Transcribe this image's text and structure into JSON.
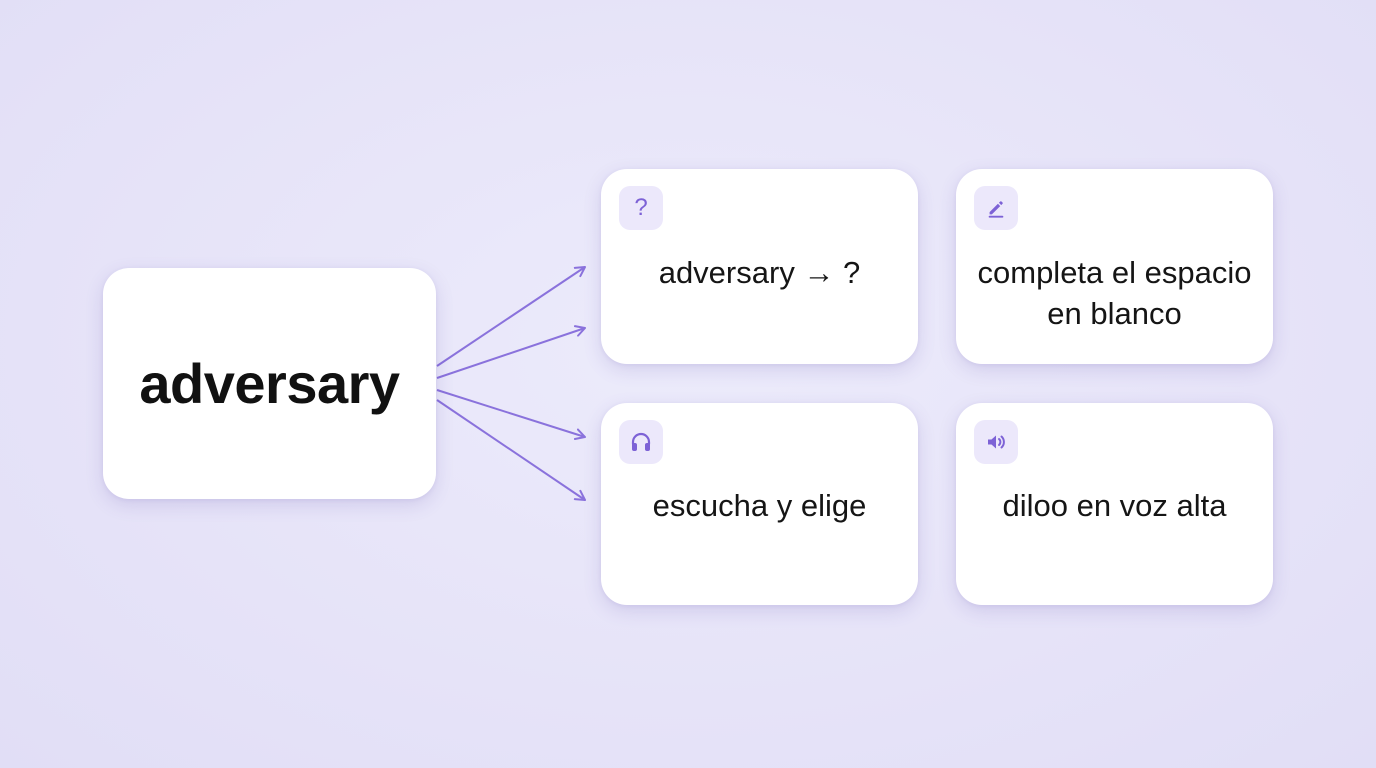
{
  "main_word": "adversary",
  "exercises": [
    {
      "label": "adversary → ?",
      "icon": "question-mark-icon",
      "icon_text": "?"
    },
    {
      "label": "completa el espacio en blanco",
      "icon": "pencil-icon"
    },
    {
      "label": "escucha y elige",
      "icon": "headphones-icon"
    },
    {
      "label": "diloo en voz alta",
      "icon": "speaker-icon"
    }
  ],
  "colors": {
    "background": "#e6e3f8",
    "accent": "#7d62d6",
    "arrow": "#8a72dc",
    "badge_bg": "#ece8fb",
    "card": "#ffffff",
    "text": "#151515"
  }
}
